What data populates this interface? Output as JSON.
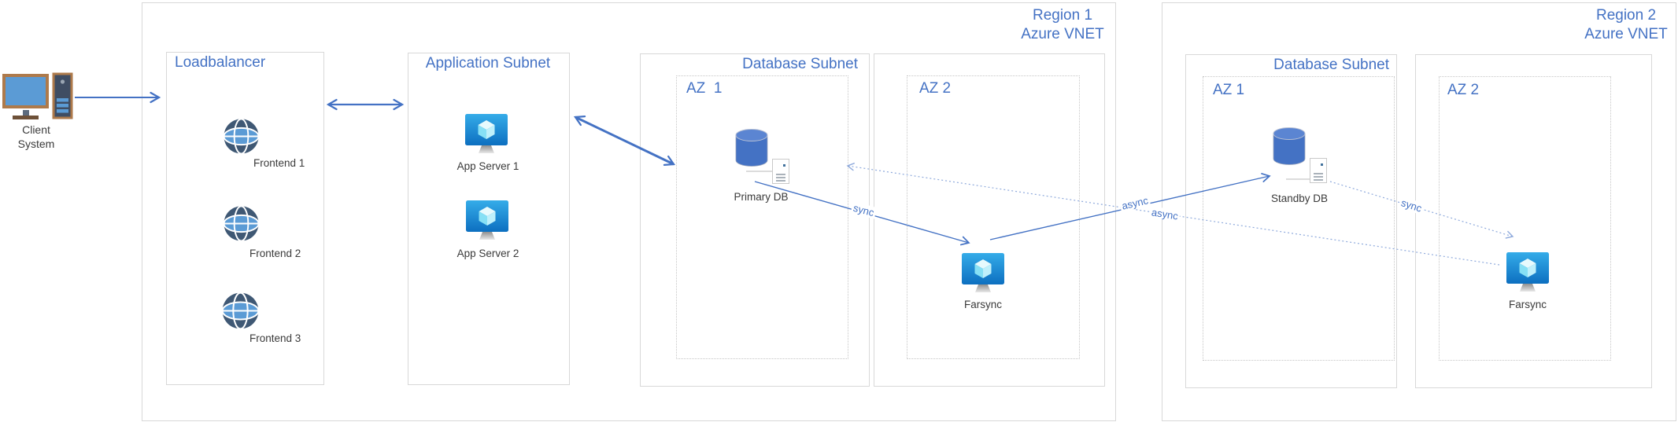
{
  "client": {
    "label": "Client System",
    "icon": "desktop-computer-icon"
  },
  "regions": [
    {
      "title": "Region 1",
      "subtitle": "Azure VNET",
      "loadbalancer": {
        "title": "Loadbalancer",
        "frontends": [
          {
            "label": "Frontend 1",
            "icon": "globe-icon"
          },
          {
            "label": "Frontend 2",
            "icon": "globe-icon"
          },
          {
            "label": "Frontend 3",
            "icon": "globe-icon"
          }
        ]
      },
      "application_subnet": {
        "title": "Application Subnet",
        "servers": [
          {
            "label": "App Server 1",
            "icon": "virtual-machine-icon"
          },
          {
            "label": "App Server 2",
            "icon": "virtual-machine-icon"
          }
        ]
      },
      "database_subnet": {
        "title": "Database Subnet",
        "az1": {
          "label": "AZ  1",
          "node": {
            "label": "Primary DB",
            "icon": "database-icon"
          }
        },
        "az2": {
          "label": "AZ 2",
          "node": {
            "label": "Farsync",
            "icon": "virtual-machine-icon"
          }
        }
      }
    },
    {
      "title": "Region 2",
      "subtitle": "Azure VNET",
      "database_subnet": {
        "title": "Database Subnet",
        "az1": {
          "label": "AZ 1",
          "node": {
            "label": "Standby DB",
            "icon": "database-icon"
          }
        },
        "az2": {
          "label": "AZ 2",
          "node": {
            "label": "Farsync",
            "icon": "virtual-machine-icon"
          }
        }
      }
    }
  ],
  "connections": [
    {
      "from": "client-system",
      "to": "loadbalancer",
      "style": "solid-arrow",
      "label": ""
    },
    {
      "from": "loadbalancer",
      "to": "application-subnet",
      "style": "solid-double-arrow",
      "label": ""
    },
    {
      "from": "application-subnet",
      "to": "primary-db",
      "style": "solid-double-arrow",
      "label": ""
    },
    {
      "from": "primary-db",
      "to": "farsync-region1",
      "style": "solid-arrow",
      "label": "sync"
    },
    {
      "from": "farsync-region1",
      "to": "standby-db",
      "style": "solid-arrow",
      "label": "async"
    },
    {
      "from": "standby-db",
      "to": "farsync-region2",
      "style": "dotted-arrow",
      "label": "sync"
    },
    {
      "from": "farsync-region2",
      "to": "primary-db",
      "style": "dotted-arrow",
      "label": "async"
    }
  ],
  "colors": {
    "accent": "#4472C4",
    "dotted_arrow": "#8FAADC",
    "box_border": "#D8D8D8"
  }
}
